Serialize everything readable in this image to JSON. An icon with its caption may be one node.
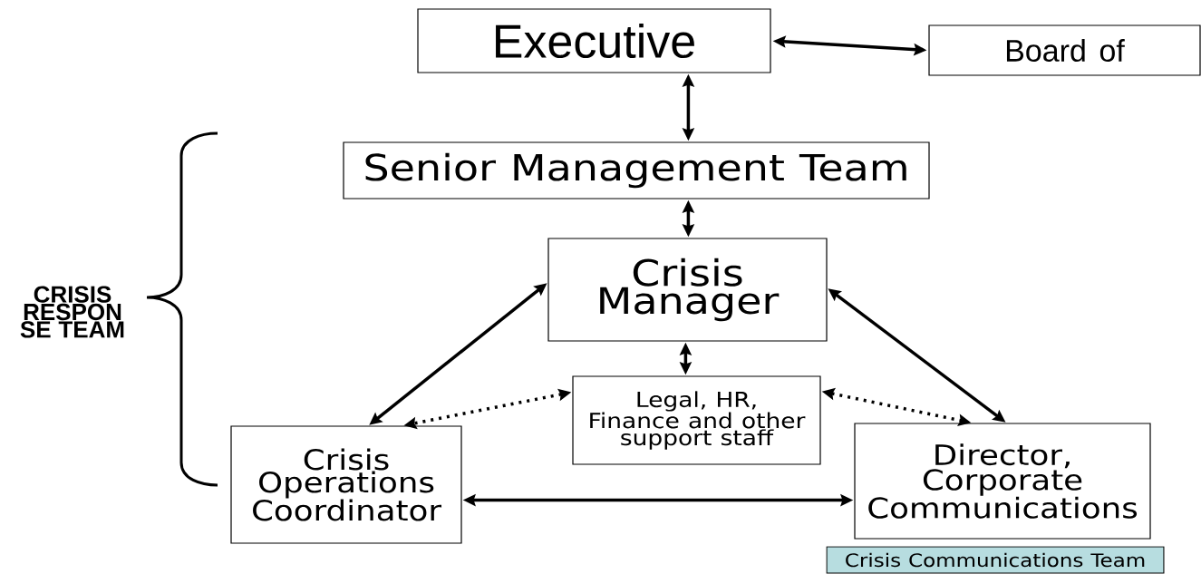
{
  "diagram": {
    "nodes": [
      {
        "text": [
          "Executive"
        ]
      },
      {
        "text": [
          "Board of"
        ]
      },
      {
        "text": [
          "Senior Management Team"
        ]
      },
      {
        "text": [
          "Crisis Manager"
        ]
      },
      {
        "text": [
          "Legal, HR, Finance and other support staff"
        ]
      },
      {
        "text": [
          "Crisis Operations Coordinator"
        ]
      },
      {
        "text": [
          "Director, Corporate Communications"
        ]
      },
      {
        "text": [
          "Crisis Communications Team"
        ]
      }
    ],
    "edges": [
      {
        "from": 0,
        "to": 1,
        "arrow": "both"
      },
      {
        "from": 0,
        "to": 2,
        "arrow": "both"
      },
      {
        "from": 2,
        "to": 3,
        "arrow": "both"
      },
      {
        "from": 3,
        "to": 4,
        "arrow": "both"
      },
      {
        "from": 3,
        "to": 5,
        "arrow": "both"
      },
      {
        "from": 3,
        "to": 6,
        "arrow": "both"
      },
      {
        "from": 4,
        "to": 5,
        "arrow": "both",
        "style": "dashed"
      },
      {
        "from": 4,
        "to": 6,
        "arrow": "both",
        "style": "dashed"
      },
      {
        "from": 5,
        "to": 6,
        "arrow": "both"
      }
    ],
    "labels": [
      "CRISIS RESPON SE TEAM"
    ]
  }
}
